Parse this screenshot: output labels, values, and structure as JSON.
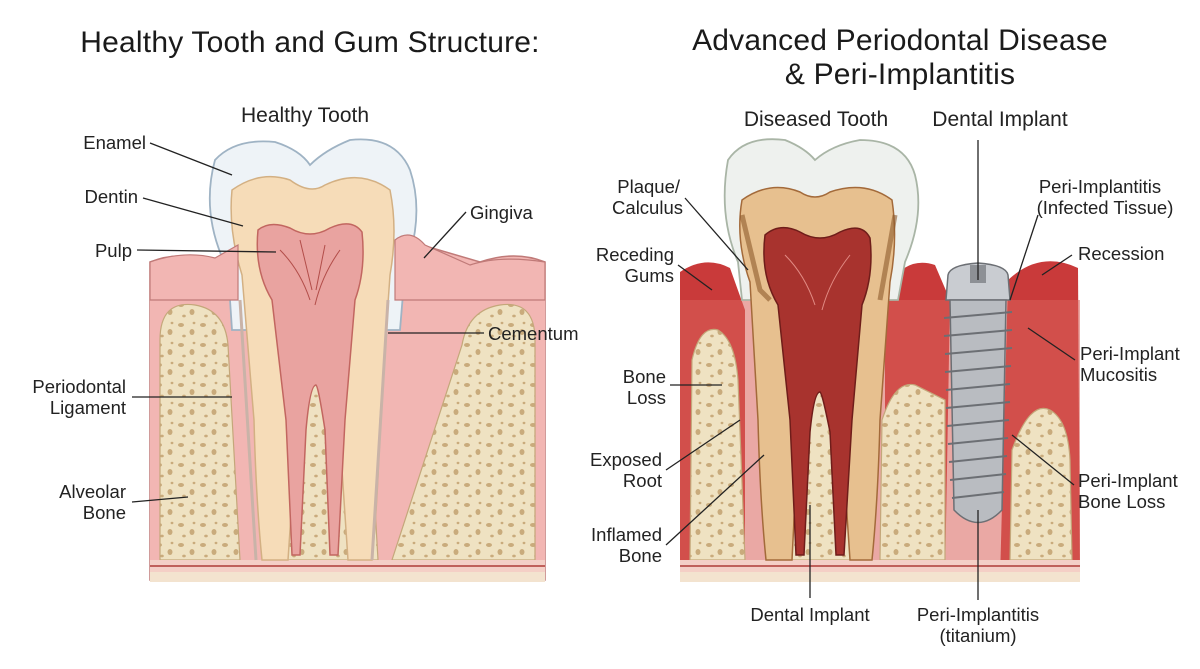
{
  "left_panel": {
    "title": "Healthy Tooth and Gum Structure:",
    "subtitle": "Healthy Tooth",
    "labels": {
      "enamel": "Enamel",
      "dentin": "Dentin",
      "pulp": "Pulp",
      "gingiva": "Gingiva",
      "cementum": "Cementum",
      "pdl_1": "Periodontal",
      "pdl_2": "Ligament",
      "alveolar_1": "Alveolar",
      "alveolar_2": "Bone"
    }
  },
  "right_panel": {
    "title_1": "Advanced Periodontal Disease",
    "title_2": "& Peri-Implantitis",
    "subtitle_tooth": "Diseased Tooth",
    "subtitle_implant": "Dental Implant",
    "labels": {
      "plaque_1": "Plaque/",
      "plaque_2": "Calculus",
      "receding_1": "Receding",
      "receding_2": "Gums",
      "bone_loss_1": "Bone",
      "bone_loss_2": "Loss",
      "exposed_1": "Exposed",
      "exposed_2": "Root",
      "inflamed_1": "Inflamed",
      "inflamed_2": "Bone",
      "bottom_implant": "Dental Implant",
      "periimpl_infected_1": "Peri-Implantitis",
      "periimpl_infected_2": "(Infected Tissue)",
      "recession": "Recession",
      "mucositis_1": "Peri-Implant",
      "mucositis_2": "Mucositis",
      "pi_bone_loss_1": "Peri-Implant",
      "pi_bone_loss_2": "Bone Loss",
      "bottom_periimpl_1": "Peri-Implantitis",
      "bottom_periimpl_2": "(titanium)"
    }
  },
  "colors": {
    "enamel": "#eef3f7",
    "dentin": "#f6dcb8",
    "pulp": "#e9a3a0",
    "gum_healthy": "#f2b6b3",
    "bone": "#efe2c2",
    "gum_diseased": "#c93a3a",
    "pulp_diseased": "#a8332e",
    "titanium": "#b9bcc1"
  }
}
